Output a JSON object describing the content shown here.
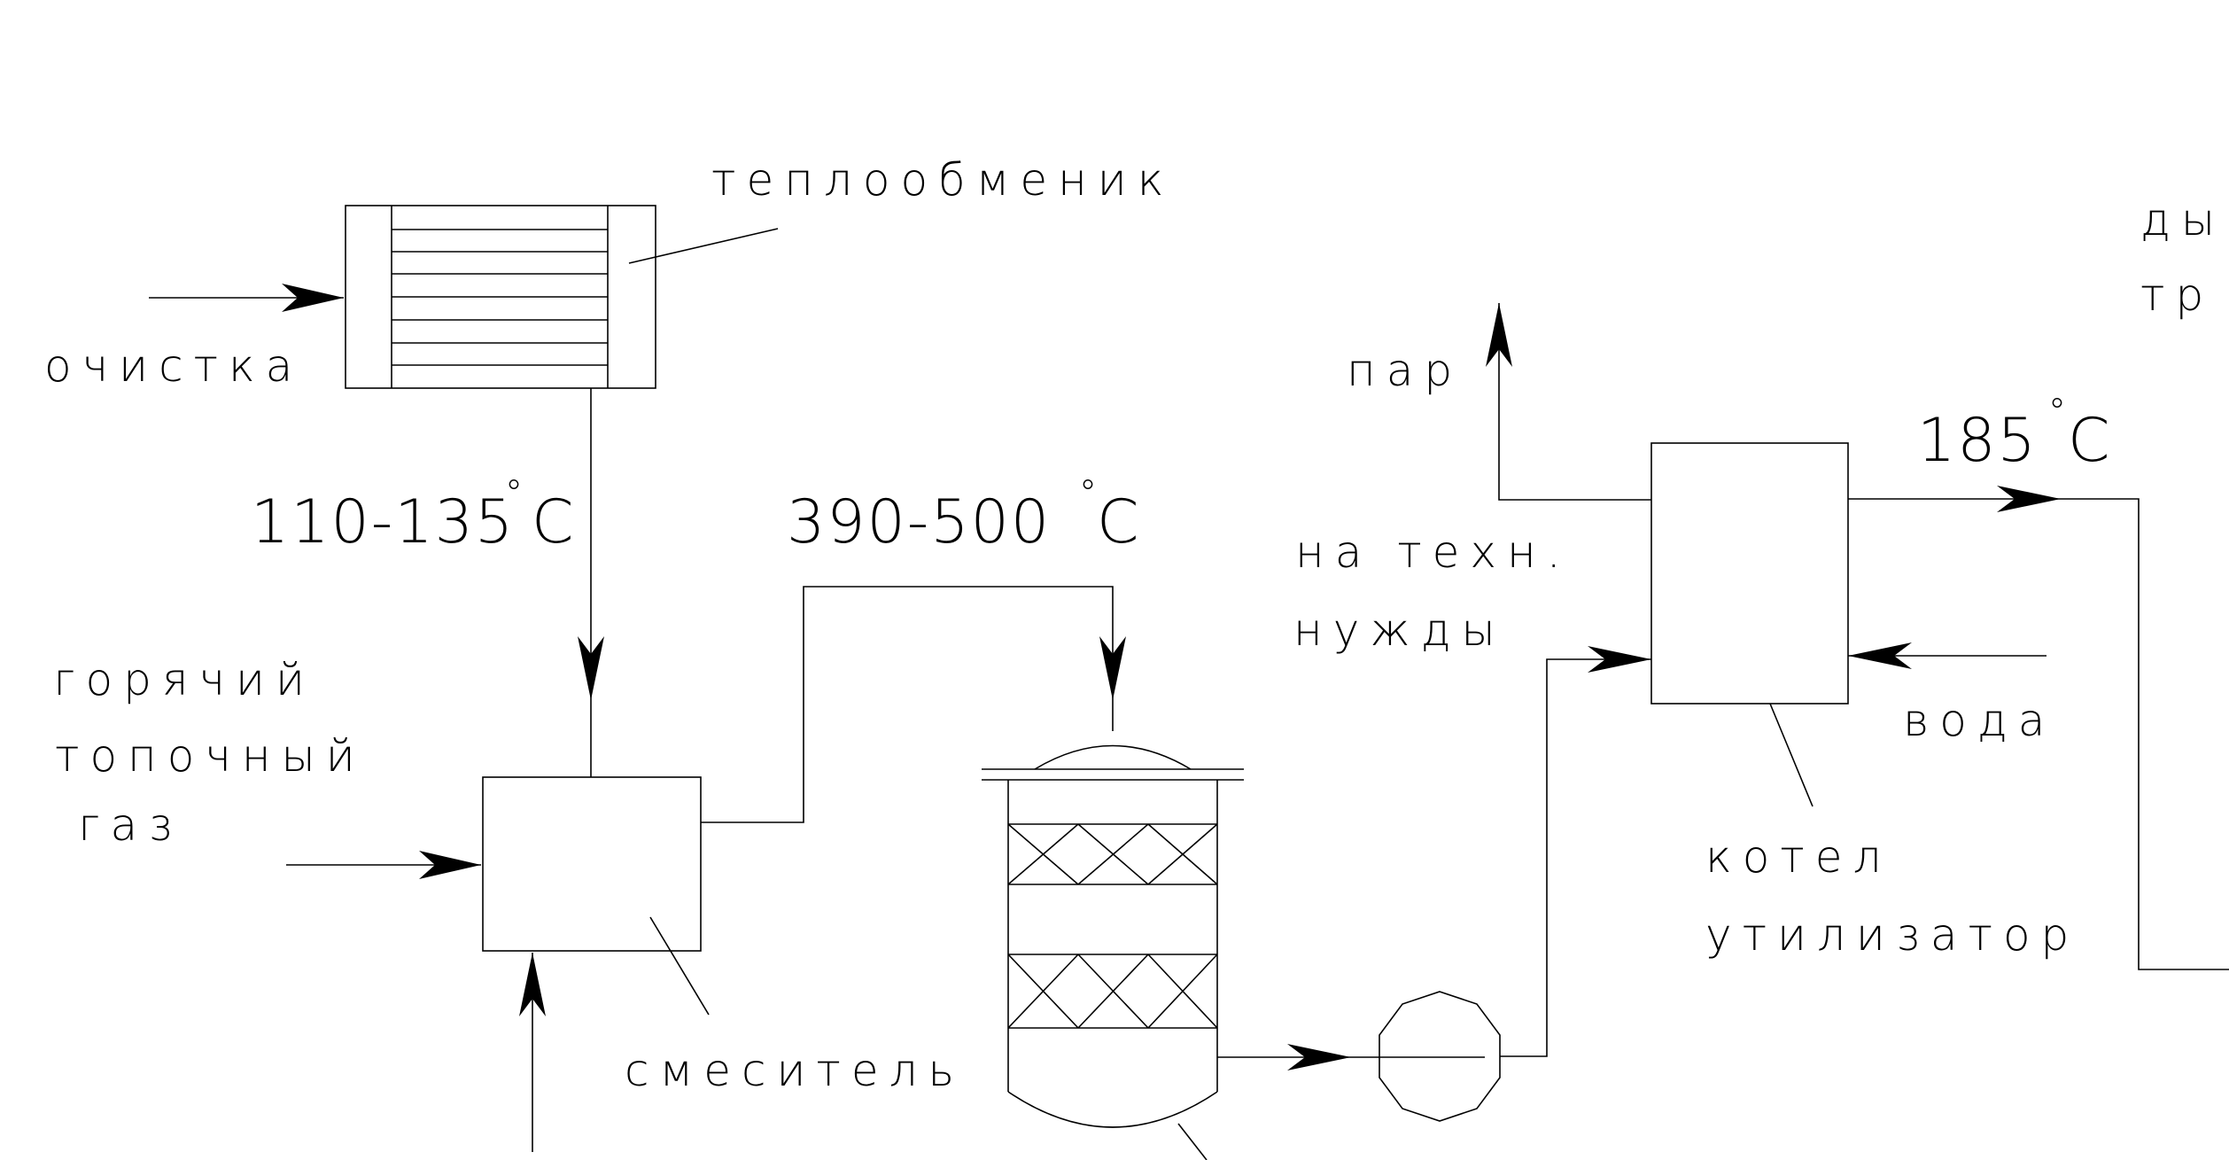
{
  "labels": {
    "heat_exchanger": "теплообменик",
    "cleaning": "очистка",
    "hot_flue_gas_line1": "горячий",
    "hot_flue_gas_line2": "топочный",
    "hot_flue_gas_line3": "газ",
    "mixer": "смеситель",
    "steam": "пар",
    "tech_needs_line1": "на техн.",
    "tech_needs_line2": "нужды",
    "water": "вода",
    "boiler_line1": "котел",
    "boiler_line2": "утилизатор",
    "chimney_line1": "ды",
    "chimney_line2": "тр"
  },
  "temperatures": {
    "t1": "110-135",
    "t2": "390-500",
    "t3": "185",
    "degree_symbol": "°",
    "unit": "C"
  }
}
